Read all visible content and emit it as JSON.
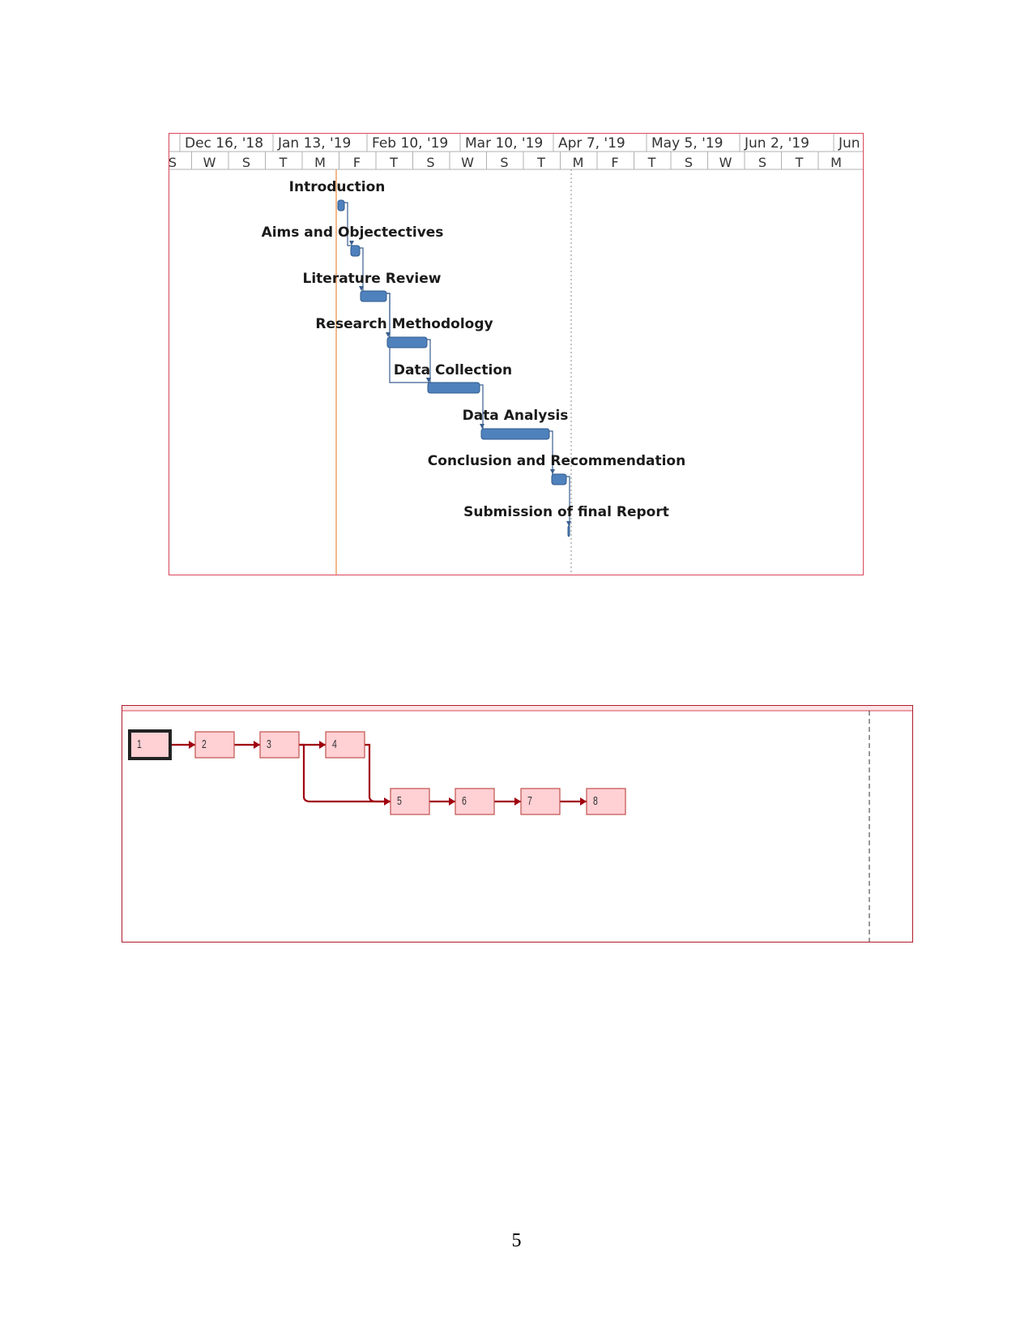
{
  "gantt": {
    "timeline_top": [
      "Dec 16, '18",
      "Jan 13, '19",
      "Feb 10, '19",
      "Mar 10, '19",
      "Apr 7, '19",
      "May 5, '19",
      "Jun 2, '19",
      "Jun"
    ],
    "timeline_bottom": [
      "S",
      "W",
      "S",
      "T",
      "M",
      "F",
      "T",
      "S",
      "W",
      "S",
      "T",
      "M",
      "F",
      "T",
      "S",
      "W",
      "S",
      "T",
      "M"
    ],
    "tasks": [
      {
        "name": "Introduction"
      },
      {
        "name": "Aims and Objectectives"
      },
      {
        "name": "Literature Review"
      },
      {
        "name": "Research Methodology"
      },
      {
        "name": "Data Collection"
      },
      {
        "name": "Data Analysis"
      },
      {
        "name": "Conclusion and Recommendation"
      },
      {
        "name": "Submission of final Report"
      }
    ],
    "colors": {
      "bar": "#4f81bd",
      "border": "#d9475c",
      "today_line": "#f0a060"
    }
  },
  "network": {
    "nodes": [
      "1",
      "2",
      "3",
      "4",
      "5",
      "6",
      "7",
      "8"
    ],
    "colors": {
      "node_fill": "#ffd0d4",
      "node_border": "#c0504d",
      "arrow": "#a00010"
    }
  },
  "page_number": "5"
}
